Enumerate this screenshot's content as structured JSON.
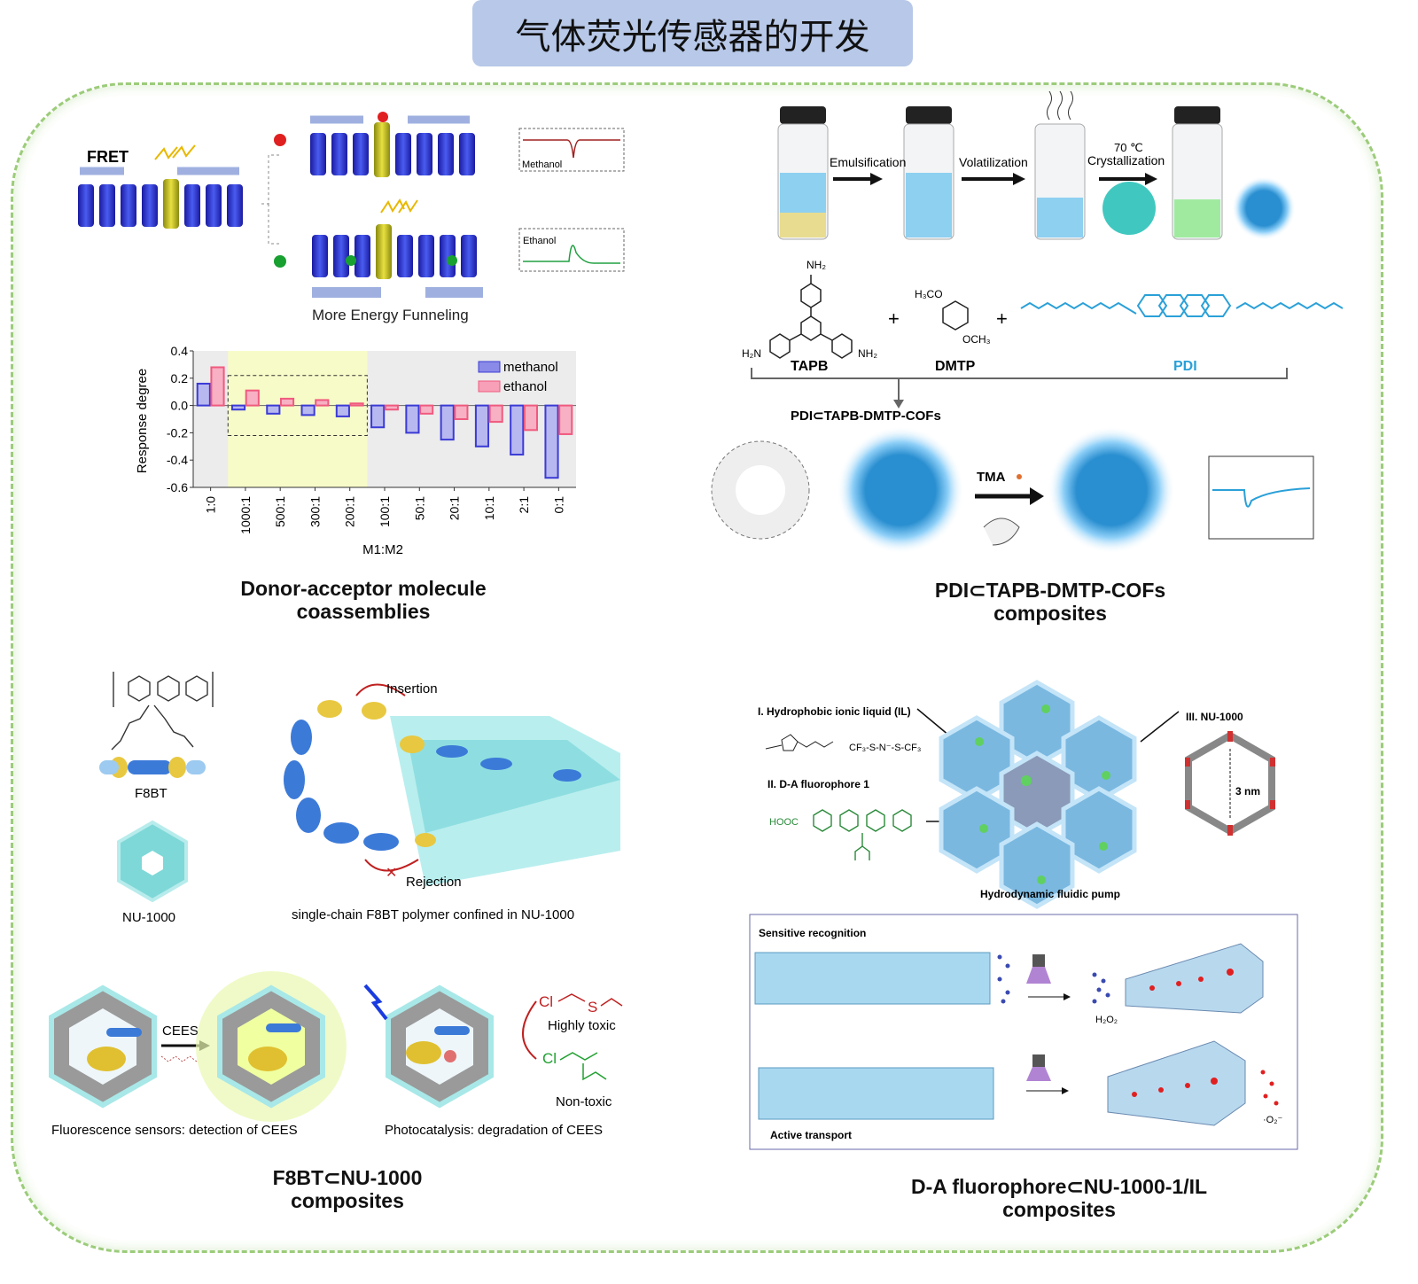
{
  "title": "气体荧光传感器的开发",
  "panel_tl": {
    "fret_label": "FRET",
    "funneling_label": "More Energy Funneling",
    "methanol_inset": "Methanol",
    "ethanol_inset": "Ethanol",
    "caption_line1": "Donor-acceptor molecule",
    "caption_line2": "coassemblies"
  },
  "chart_data": {
    "type": "bar",
    "categories": [
      "1:0",
      "1000:1",
      "500:1",
      "300:1",
      "200:1",
      "100:1",
      "50:1",
      "20:1",
      "10:1",
      "2:1",
      "0:1"
    ],
    "series": [
      {
        "name": "methanol",
        "values": [
          0.16,
          -0.03,
          -0.06,
          -0.07,
          -0.08,
          -0.16,
          -0.2,
          -0.25,
          -0.3,
          -0.36,
          -0.53
        ],
        "color": "#3b3bd6"
      },
      {
        "name": "ethanol",
        "values": [
          0.28,
          0.11,
          0.05,
          0.04,
          0.015,
          -0.03,
          -0.06,
          -0.1,
          -0.12,
          -0.18,
          -0.21
        ],
        "color": "#f05a7e"
      }
    ],
    "xlabel": "M1:M2",
    "ylabel": "Response degree",
    "ylim": [
      -0.6,
      0.4
    ],
    "yticks": [
      "0.4",
      "0.2",
      "0.0",
      "-0.2",
      "-0.4",
      "-0.6"
    ],
    "legend": "top-right",
    "highlight_region": [
      "1000:1",
      "200:1"
    ],
    "highlight_color": "#f7fbc8",
    "background_color": "#ececec"
  },
  "panel_tr": {
    "step1": "Emulsification",
    "step2": "Volatilization",
    "step3_line1": "70 ℃",
    "step3_line2": "Crystallization",
    "tapb": "TAPB",
    "dmtp": "DMTP",
    "pdi": "PDI",
    "product": "PDI⊂TAPB-DMTP-COFs",
    "tma": "TMA",
    "nh2": "NH₂",
    "h2n": "H₂N",
    "h3co": "H₃CO",
    "och3": "OCH₃",
    "plus": "+",
    "caption_line1": "PDI⊂TAPB-DMTP-COFs",
    "caption_line2": "composites",
    "pdi_color": "#2aa0d8"
  },
  "panel_bl": {
    "f8bt": "F8BT",
    "nu1000": "NU-1000",
    "insertion": "Insertion",
    "rejection": "Rejection",
    "confined": "single-chain F8BT polymer confined in NU-1000",
    "cees": "CEES",
    "highly_toxic": "Highly toxic",
    "non_toxic": "Non-toxic",
    "cl_s_top": "Cl",
    "s_top": "S",
    "sensor_caption": "Fluorescence sensors: detection of  CEES",
    "photo_caption": "Photocatalysis: degradation of CEES",
    "caption_line1": "F8BT⊂NU-1000",
    "caption_line2": "composites"
  },
  "panel_br": {
    "il_label": "I. Hydrophobic ionic liquid (IL)",
    "il_anion": "CF₃-S-N⁻-S-CF₃",
    "fluor_label": "II. D-A fluorophore 1",
    "hooc": "HOOC",
    "nu_label": "III. NU-1000",
    "pore_size": "3 nm",
    "pump_label": "Hydrodynamic fluidic pump",
    "sensitive": "Sensitive recognition",
    "active": "Active transport",
    "h2o2": "H₂O₂",
    "o2": "·O₂⁻",
    "caption_line1": "D-A fluorophore⊂NU-1000-1/IL",
    "caption_line2": "composites"
  }
}
